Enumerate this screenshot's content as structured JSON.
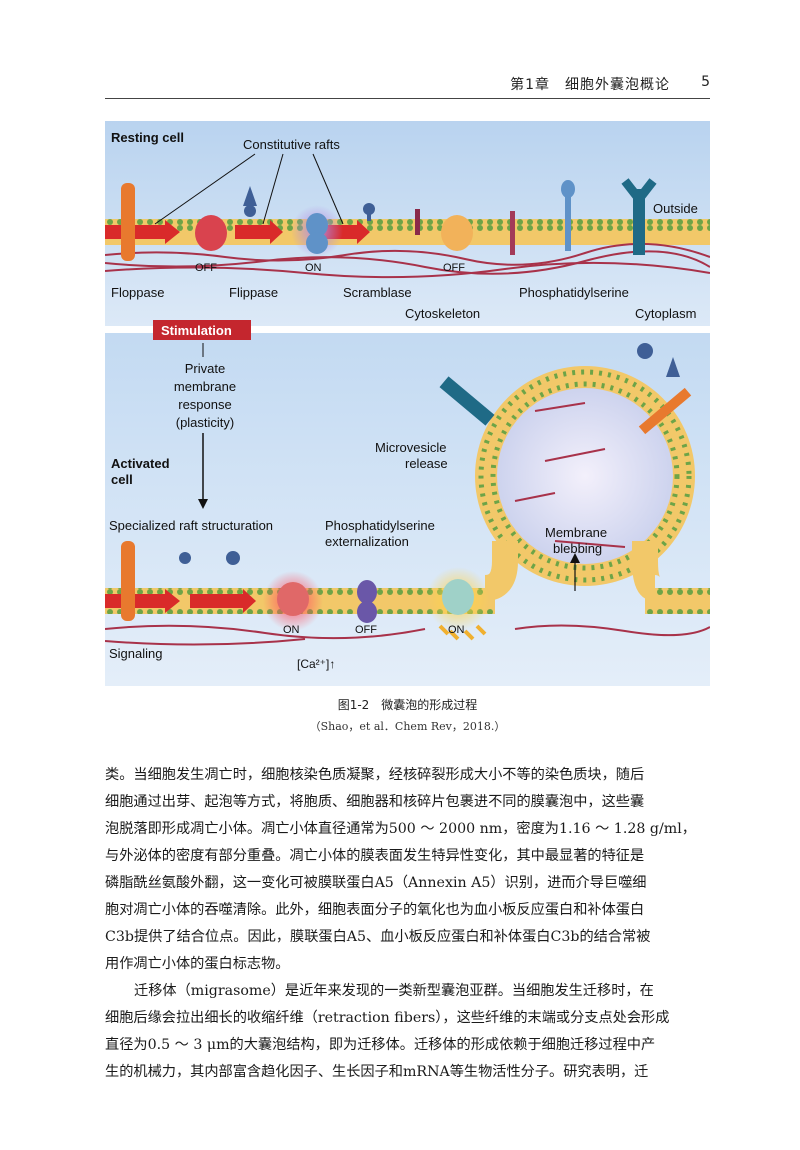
{
  "header": {
    "title": "第1章　细胞外囊泡概论",
    "page": "5"
  },
  "figure": {
    "resting": {
      "title": "Resting cell",
      "constitutive_rafts": "Constitutive rafts",
      "outside": "Outside",
      "off1": "OFF",
      "on1": "ON",
      "off2": "OFF",
      "floppase": "Floppase",
      "flippase": "Flippase",
      "scramblase": "Scramblase",
      "phosphatidylserine": "Phosphatidylserine",
      "cytoskeleton": "Cytoskeleton",
      "cytoplasm": "Cytoplasm"
    },
    "stimulation": "Stimulation",
    "private": [
      "Private",
      "membrane",
      "response",
      "(plasticity)"
    ],
    "activated": {
      "title1": "Activated",
      "title2": "cell",
      "microvesicle1": "Microvesicle",
      "microvesicle2": "release",
      "specialized": "Specialized raft structuration",
      "ps_ext1": "Phosphatidylserine",
      "ps_ext2": "externalization",
      "blebbing1": "Membrane",
      "blebbing2": "blebbing",
      "on1": "ON",
      "off": "OFF",
      "on2": "ON",
      "signaling": "Signaling",
      "calcium": "[Ca²⁺]↑"
    }
  },
  "caption": {
    "title": "图1-2　微囊泡的形成过程",
    "source": "（Shao，et al．Chem Rev，2018.）"
  },
  "body": {
    "lines": [
      "类。当细胞发生凋亡时，细胞核染色质凝聚，经核碎裂形成大小不等的染色质块，随后",
      "细胞通过出芽、起泡等方式，将胞质、细胞器和核碎片包裹进不同的膜囊泡中，这些囊",
      "泡脱落即形成凋亡小体。凋亡小体直径通常为500 ～ 2000 nm，密度为1.16 ～ 1.28 g/ml，",
      "与外泌体的密度有部分重叠。凋亡小体的膜表面发生特异性变化，其中最显著的特征是",
      "磷脂酰丝氨酸外翻，这一变化可被膜联蛋白A5（Annexin A5）识别，进而介导巨噬细",
      "胞对凋亡小体的吞噬清除。此外，细胞表面分子的氧化也为血小板反应蛋白和补体蛋白",
      "C3b提供了结合位点。因此，膜联蛋白A5、血小板反应蛋白和补体蛋白C3b的结合常被",
      "用作凋亡小体的蛋白标志物。",
      "迁移体（migrasome）是近年来发现的一类新型囊泡亚群。当细胞发生迁移时，在",
      "细胞后缘会拉出细长的收缩纤维（retraction fibers），这些纤维的末端或分支点处会形成",
      "直径为0.5 ～ 3 μm的大囊泡结构，即为迁移体。迁移体的形成依赖于细胞迁移过程中产",
      "生的机械力，其内部富含趋化因子、生长因子和mRNA等生物活性分子。研究表明，迁"
    ]
  }
}
